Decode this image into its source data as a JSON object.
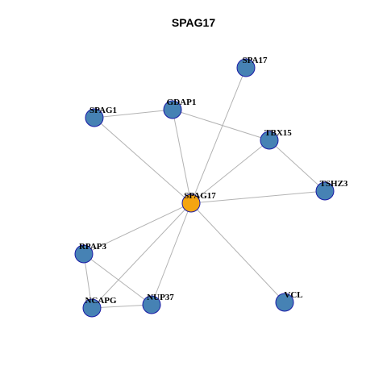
{
  "title": "SPAG17",
  "colors": {
    "hub": "#f5a511",
    "node": "#4682b4",
    "edge": "#b3b3b3",
    "border": "#1a1aa6"
  },
  "nodes": [
    {
      "id": "SPAG17",
      "label": "SPAG17",
      "hub": true
    },
    {
      "id": "SPA17",
      "label": "SPA17"
    },
    {
      "id": "GDAP1",
      "label": "GDAP1"
    },
    {
      "id": "SPAG1",
      "label": "SPAG1"
    },
    {
      "id": "TBX15",
      "label": "TBX15"
    },
    {
      "id": "TSHZ3",
      "label": "TSHZ3"
    },
    {
      "id": "RPAP3",
      "label": "RPAP3"
    },
    {
      "id": "NCAPG",
      "label": "NCAPG"
    },
    {
      "id": "NUP37",
      "label": "NUP37"
    },
    {
      "id": "VCL",
      "label": "VCL"
    }
  ],
  "edges": [
    [
      "SPAG17",
      "SPA17"
    ],
    [
      "SPAG17",
      "GDAP1"
    ],
    [
      "SPAG17",
      "SPAG1"
    ],
    [
      "SPAG17",
      "TBX15"
    ],
    [
      "SPAG17",
      "TSHZ3"
    ],
    [
      "SPAG17",
      "RPAP3"
    ],
    [
      "SPAG17",
      "NCAPG"
    ],
    [
      "SPAG17",
      "NUP37"
    ],
    [
      "SPAG17",
      "VCL"
    ],
    [
      "SPAG1",
      "GDAP1"
    ],
    [
      "GDAP1",
      "TBX15"
    ],
    [
      "TBX15",
      "TSHZ3"
    ],
    [
      "RPAP3",
      "NCAPG"
    ],
    [
      "RPAP3",
      "NUP37"
    ],
    [
      "NCAPG",
      "NUP37"
    ]
  ]
}
